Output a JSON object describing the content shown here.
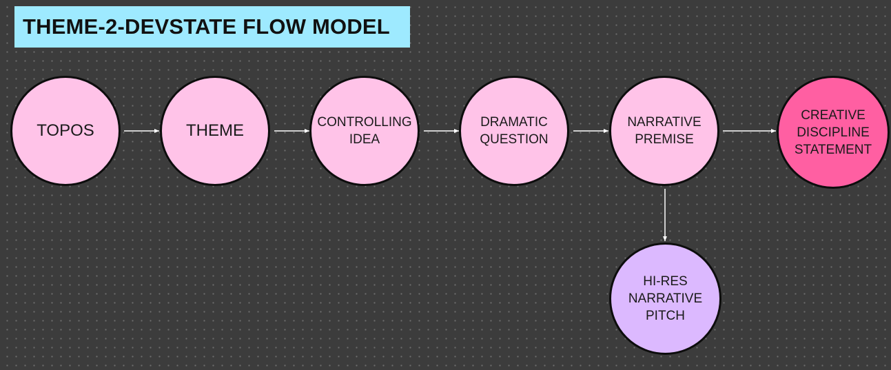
{
  "title": "THEME-2-DEVSTATE FLOW MODEL",
  "colors": {
    "background": "#3c3c3c",
    "title_fill": "#9eeaff",
    "node_pink": "#ffc3e8",
    "node_hot_pink": "#ff5fa2",
    "node_lavender": "#dcb9ff",
    "connector": "#ffffff",
    "node_border": "#0d0d0d"
  },
  "nodes": [
    {
      "id": "topos",
      "label": "TOPOS",
      "fill": "#ffc3e8"
    },
    {
      "id": "theme",
      "label": "THEME",
      "fill": "#ffc3e8"
    },
    {
      "id": "controlling-idea",
      "label": "CONTROLLING\nIDEA",
      "fill": "#ffc3e8"
    },
    {
      "id": "dramatic-question",
      "label": "DRAMATIC\nQUESTION",
      "fill": "#ffc3e8"
    },
    {
      "id": "narrative-premise",
      "label": "NARRATIVE\nPREMISE",
      "fill": "#ffc3e8"
    },
    {
      "id": "creative-discipline-statement",
      "label": "CREATIVE\nDISCIPLINE\nSTATEMENT",
      "fill": "#ff5fa2"
    },
    {
      "id": "hi-res-narrative-pitch",
      "label": "HI-RES\nNARRATIVE\nPITCH",
      "fill": "#dcb9ff"
    }
  ],
  "edges": [
    {
      "from": "topos",
      "to": "theme"
    },
    {
      "from": "theme",
      "to": "controlling-idea"
    },
    {
      "from": "controlling-idea",
      "to": "dramatic-question"
    },
    {
      "from": "dramatic-question",
      "to": "narrative-premise"
    },
    {
      "from": "narrative-premise",
      "to": "creative-discipline-statement"
    },
    {
      "from": "narrative-premise",
      "to": "hi-res-narrative-pitch"
    }
  ]
}
